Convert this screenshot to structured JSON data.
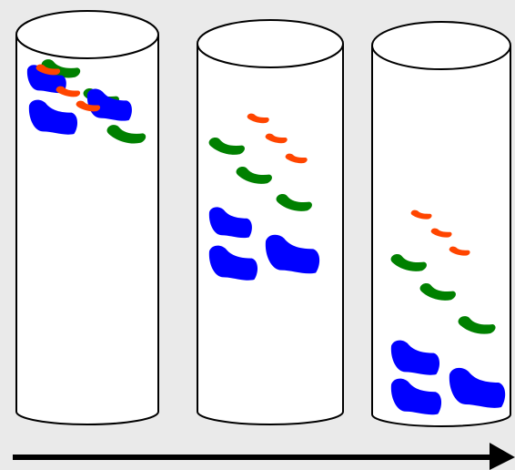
{
  "colors": {
    "background": "#eaeaea",
    "tube_fill": "#ffffff",
    "tube_stroke": "#000000",
    "blue": "#0000ff",
    "green": "#008000",
    "orange": "#ff4500",
    "arrow": "#000000"
  },
  "tubes": [
    {
      "id": "tube-1",
      "stage": "initial",
      "band_order_top_to_bottom": [
        "blue",
        "green",
        "orange"
      ],
      "bands_separated": false
    },
    {
      "id": "tube-2",
      "stage": "middle",
      "band_order_top_to_bottom": [
        "orange",
        "green",
        "blue"
      ],
      "bands_separated": true
    },
    {
      "id": "tube-3",
      "stage": "late",
      "band_order_top_to_bottom": [
        "orange",
        "green",
        "blue"
      ],
      "bands_separated": true
    }
  ],
  "arrow": {
    "direction": "right",
    "icon": "right-arrow-icon"
  }
}
